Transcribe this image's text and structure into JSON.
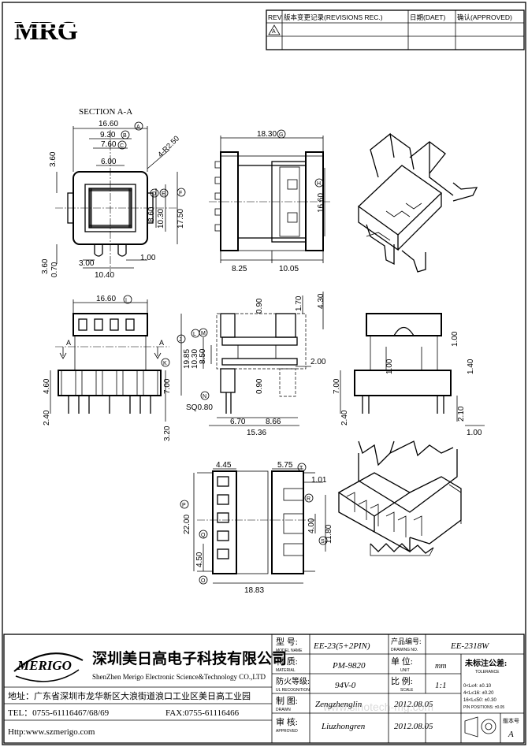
{
  "logo": {
    "text": "MRG"
  },
  "revision_table": {
    "rev": "REV",
    "change_record": "版本变更记录(REVISIONS REC.)",
    "date": "日期(DAET)",
    "approved": "确认(APPROVED)",
    "rev_mark": "A"
  },
  "section_title": "SECTION A-A",
  "dims": {
    "a_16_60": "16.60",
    "b_9_30": "9.30",
    "c_7_60": "7.60",
    "d_6_00": "6.00",
    "r_2_50": "4-R2.50",
    "h_3_60": "3.60",
    "v_8_60": "8.60",
    "v_10_30": "10.30",
    "v_17_50": "17.50",
    "b_3_60": "3.60",
    "b_0_70": "0.70",
    "b_3_00": "3.00",
    "b_1_00": "1.00",
    "b_10_40": "10.40",
    "s_18_30": "18.30",
    "s_16_60": "16.60",
    "s_8_25": "8.25",
    "s_10_05": "10.05",
    "f_16_60": "16.60",
    "f_19_85": "19.85",
    "f_4_60": "4.60",
    "f_7_00": "7.00",
    "f_2_40": "2.40",
    "f_3_20": "3.20",
    "m_0_90": "0.90",
    "m_1_70": "1.70",
    "m_4_30": "4.30",
    "m_8_50": "8.50",
    "m_10_30": "10.30",
    "m_2_00": "2.00",
    "m_0_90b": "0.90",
    "m_sq": "SQ0.80",
    "m_6_70": "6.70",
    "m_8_66": "8.66",
    "m_15_36": "15.36",
    "r_1_00": "1.00",
    "r_1_00b": "1.00",
    "r_1_40": "1.40",
    "r_7_00": "7.00",
    "r_2_40": "2.40",
    "r_2_10": "2.10",
    "r_1_00c": "1.00",
    "t_4_45": "4.45",
    "t_22_00": "22.00",
    "t_4_50": "4.50",
    "t_18_83": "18.83",
    "t_5_75": "5.75",
    "t_1_01": "1.01",
    "t_4_00": "4.00",
    "t_11_80": "11.80"
  },
  "markers": {
    "A": "A",
    "B": "B",
    "C": "C",
    "D": "D",
    "E": "E",
    "F": "F",
    "G": "G",
    "H": "H",
    "I": "I",
    "J": "J",
    "K": "K",
    "L": "L",
    "M": "M",
    "N": "N",
    "O": "O",
    "P": "P",
    "Q": "Q",
    "R": "R",
    "S": "S",
    "T": "T"
  },
  "section_letters": {
    "left": "A",
    "right": "A"
  },
  "title_block": {
    "company_logo": "MERIGO",
    "company_cn": "深圳美日高电子科技有限公司",
    "company_en": "ShenZhen Merigo Electronic Science&Technology CO.,LTD",
    "address": "地址：广东省深圳市龙华新区大浪街道浪口工业区美日高工业园",
    "tel": "TEL：0755-61116467/68/69",
    "fax": "FAX:0755-61116466",
    "http": "Http:www.szmerigo.com",
    "model_label_cn": "型  号:",
    "model_label_en": "MODEL NAME",
    "model_value": "EE-23(5+2PIN)",
    "drawing_no_label_cn": "产品编号:",
    "drawing_no_label_en": "DRAWING NO.",
    "drawing_no_value": "EE-2318W",
    "material_label_cn": "材  质:",
    "material_label_en": "MATERIAL",
    "material_value": "PM-9820",
    "unit_label_cn": "单  位:",
    "unit_label_en": "UNIT",
    "unit_value": "mm",
    "tolerance_label_cn": "未标注公差:",
    "tolerance_label_en": "TOLERANCE",
    "tol_1": "0<L≤4: ±0.10",
    "tol_2": "4<L≤16: ±0.20",
    "tol_3": "16<L≤50: ±0.30",
    "tol_4": "PIN POSITIONS: ±0.05",
    "flame_label_cn": "防火等级:",
    "flame_label_en": "UL RECOGNITION",
    "flame_value": "94V-0",
    "scale_label_cn": "比  例:",
    "scale_label_en": "SCALE",
    "scale_value": "1:1",
    "drawn_label_cn": "制  图:",
    "drawn_label_en": "DRAWN",
    "drawn_value": "Zengzhenglin",
    "drawn_date": "2012.08.05",
    "approved_label_cn": "审  核:",
    "approved_label_en": "APPROVED",
    "approved_value": "Liuzhongren",
    "approved_date": "2012.08.05",
    "version_label": "版本号",
    "version_value": "A"
  },
  "watermark": "www.sinotech-mg.com"
}
